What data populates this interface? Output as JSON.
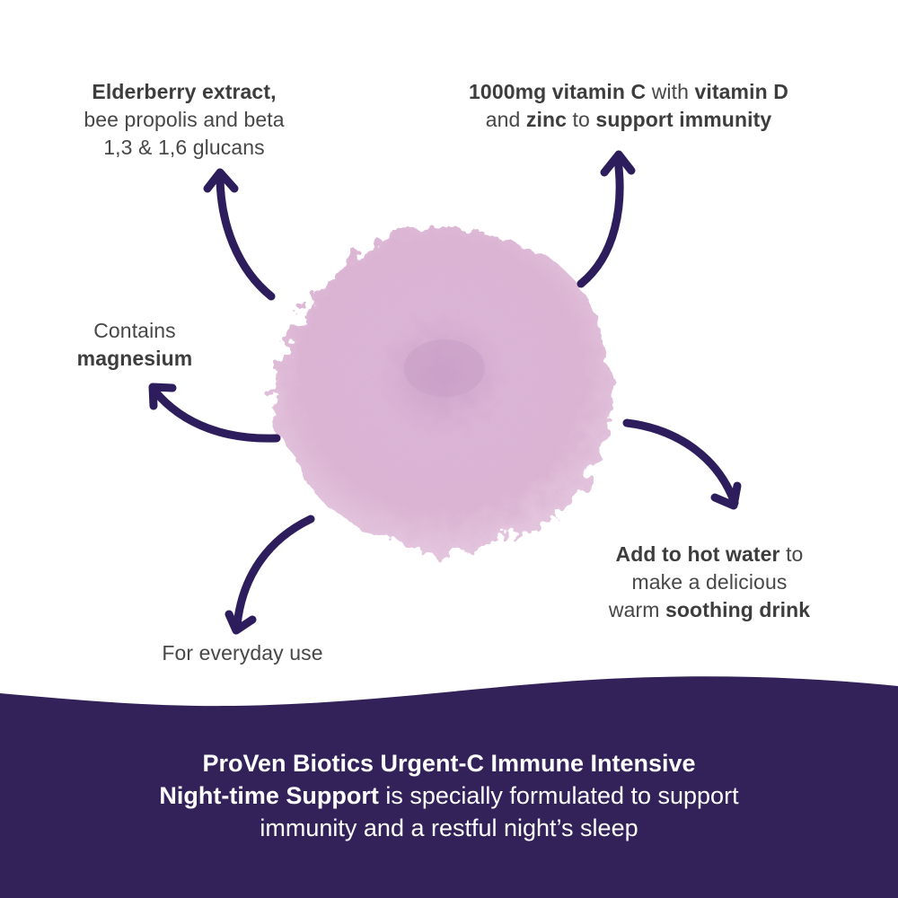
{
  "colors": {
    "background": "#ffffff",
    "arrow": "#2e1d5c",
    "banner": "#33215a",
    "powder": "#d9b3d4",
    "body_text": "#474747",
    "banner_text": "#ffffff"
  },
  "callouts": {
    "elderberry": {
      "bold": "Elderberry extract,",
      "line2": "bee propolis and beta",
      "line3": "1,3 & 1,6 glucans"
    },
    "vitamin": {
      "b1": "1000mg vitamin C",
      "t1": " with ",
      "b2": "vitamin D",
      "t2": "and ",
      "b3": "zinc",
      "t3": " to ",
      "b4": "support immunity"
    },
    "magnesium": {
      "line1": "Contains",
      "bold": "magnesium"
    },
    "hot_water": {
      "bold1": "Add to hot water",
      "t1": " to",
      "line2": "make a delicious",
      "t2": "warm ",
      "bold2": "soothing drink"
    },
    "everyday": {
      "text": "For everyday use"
    }
  },
  "product_image": {
    "icon": "powder-pile-icon",
    "description": "Pink/lilac powder pile"
  },
  "banner": {
    "bold1": "ProVen Biotics Urgent-C Immune Intensive",
    "bold2": "Night-time Support",
    "text2": " is specially formulated to support",
    "text3": "immunity and a restful night’s sleep"
  }
}
